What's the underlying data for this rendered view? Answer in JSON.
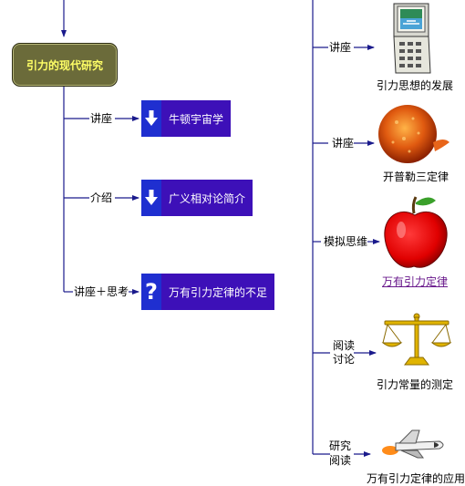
{
  "left_tree": {
    "root": "引力的现代研究",
    "branches": [
      {
        "edge_label": "讲座",
        "item": "牛顿宇宙学",
        "icon": "download-arrow-icon"
      },
      {
        "edge_label": "介绍",
        "item": "广义相对论简介",
        "icon": "download-arrow-icon"
      },
      {
        "edge_label": "讲座＋思考",
        "item": "万有引力定律的不足",
        "icon": "question-mark-icon"
      }
    ]
  },
  "right_tree": {
    "branches": [
      {
        "edge_label_lines": [
          "讲座"
        ],
        "caption": "引力思想的发展",
        "icon": "computer-terminal-icon"
      },
      {
        "edge_label_lines": [
          "讲座"
        ],
        "caption": "开普勒三定律",
        "icon": "sun-icon"
      },
      {
        "edge_label_lines": [
          "模拟思维"
        ],
        "caption": "万有引力定律",
        "icon": "apple-icon"
      },
      {
        "edge_label_lines": [
          "阅读",
          "讨论"
        ],
        "caption": "引力常量的测定",
        "icon": "balance-scale-icon"
      },
      {
        "edge_label_lines": [
          "研究",
          "阅读"
        ],
        "caption": "万有引力定律的应用",
        "icon": "space-shuttle-icon"
      }
    ]
  },
  "colors": {
    "line": "#1a1a8c",
    "root_fill": "#6b6b3a",
    "root_text": "#ffff66",
    "box_fill": "#3d10b8",
    "icon_cell": "#1f2fd0",
    "link_caption": "#6a1a8c"
  }
}
